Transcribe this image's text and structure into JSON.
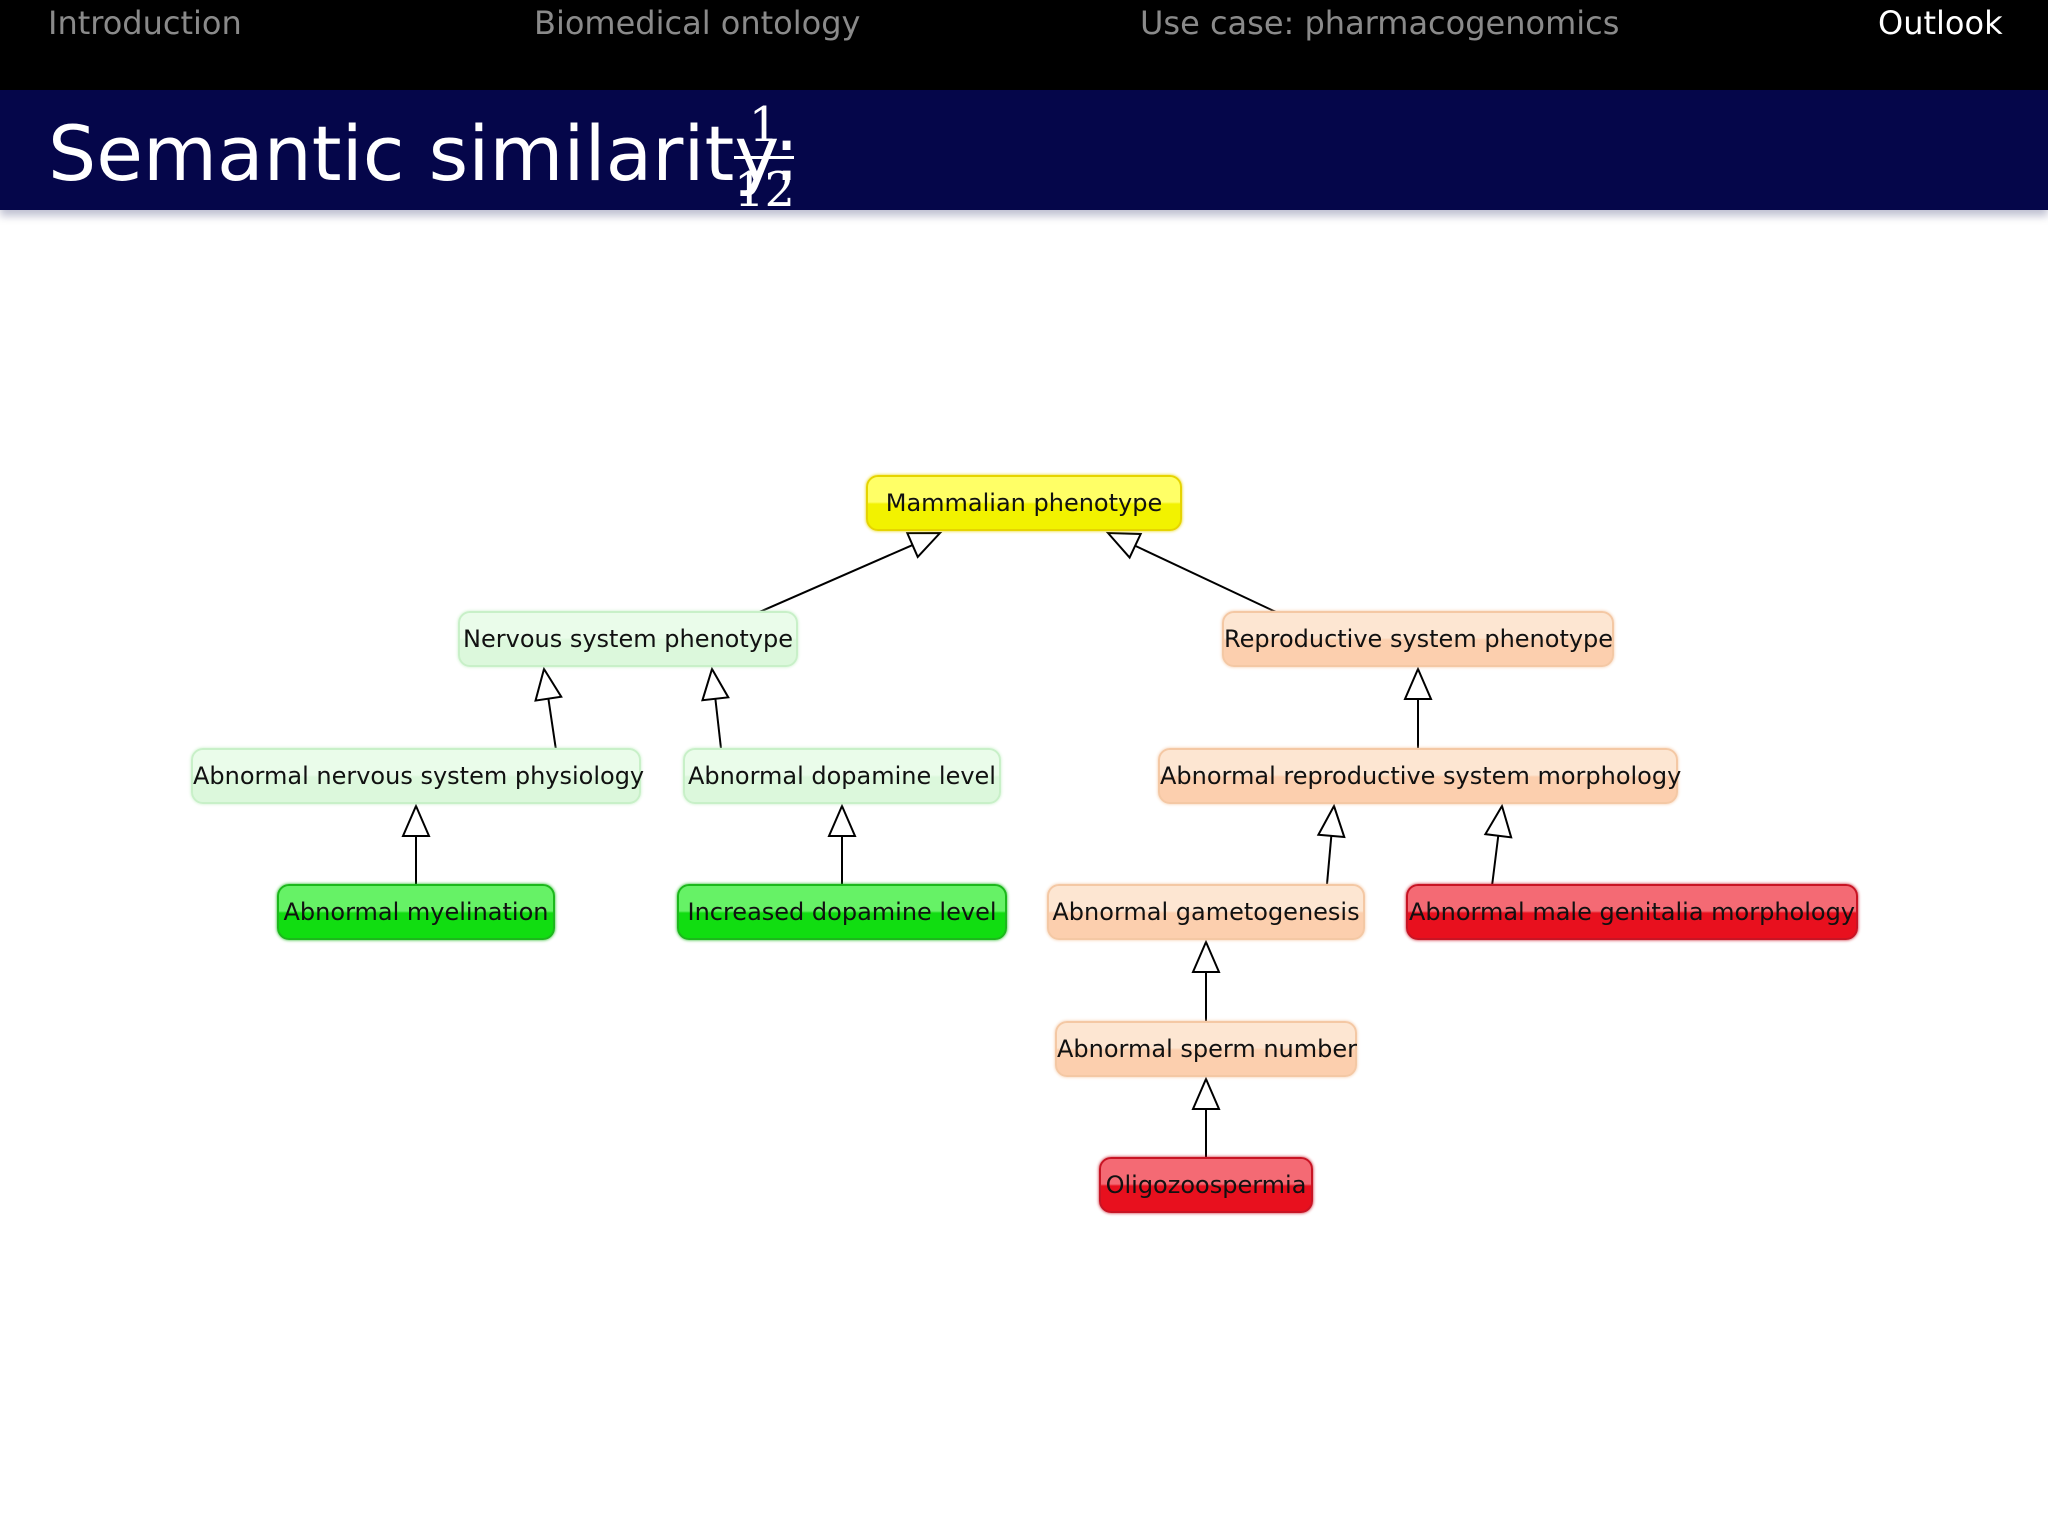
{
  "nav": [
    {
      "label": "Introduction",
      "active": false
    },
    {
      "label": "Biomedical ontology",
      "active": false
    },
    {
      "label": "Use case:  pharmacogenomics",
      "active": false
    },
    {
      "label": "Outlook",
      "active": true
    }
  ],
  "slide": {
    "title": "Semantic similarity:",
    "similarity_numerator": "1",
    "similarity_denominator": "12"
  },
  "colors": {
    "yellow": "#ffff33",
    "light_green": "#e4fbe4",
    "green": "#33ee33",
    "light_orange": "#fde0c8",
    "red": "#ee3344"
  },
  "diagram": {
    "nodes": [
      {
        "id": "mammalian",
        "label": "Mammalian phenotype",
        "style": "yellow"
      },
      {
        "id": "nervous",
        "label": "Nervous system phenotype",
        "style": "light_green"
      },
      {
        "id": "reproductive",
        "label": "Reproductive system phenotype",
        "style": "light_orange"
      },
      {
        "id": "abn_nervous_phys",
        "label": "Abnormal nervous system physiology",
        "style": "light_green"
      },
      {
        "id": "abn_dopamine",
        "label": "Abnormal dopamine level",
        "style": "light_green"
      },
      {
        "id": "abn_repro_morph",
        "label": "Abnormal reproductive system morphology",
        "style": "light_orange"
      },
      {
        "id": "abn_myelination",
        "label": "Abnormal myelination",
        "style": "green"
      },
      {
        "id": "inc_dopamine",
        "label": "Increased dopamine level",
        "style": "green"
      },
      {
        "id": "abn_gametogenesis",
        "label": "Abnormal gametogenesis",
        "style": "light_orange"
      },
      {
        "id": "abn_male_genitalia",
        "label": "Abnormal male genitalia morphology",
        "style": "red"
      },
      {
        "id": "abn_sperm_number",
        "label": "Abnormal sperm number",
        "style": "light_orange"
      },
      {
        "id": "oligozoospermia",
        "label": "Oligozoospermia",
        "style": "red"
      }
    ],
    "edges": [
      {
        "from": "nervous",
        "to": "mammalian"
      },
      {
        "from": "reproductive",
        "to": "mammalian"
      },
      {
        "from": "abn_nervous_phys",
        "to": "nervous"
      },
      {
        "from": "abn_dopamine",
        "to": "nervous"
      },
      {
        "from": "abn_repro_morph",
        "to": "reproductive"
      },
      {
        "from": "abn_myelination",
        "to": "abn_nervous_phys"
      },
      {
        "from": "inc_dopamine",
        "to": "abn_dopamine"
      },
      {
        "from": "abn_gametogenesis",
        "to": "abn_repro_morph"
      },
      {
        "from": "abn_male_genitalia",
        "to": "abn_repro_morph"
      },
      {
        "from": "abn_sperm_number",
        "to": "abn_gametogenesis"
      },
      {
        "from": "oligozoospermia",
        "to": "abn_sperm_number"
      }
    ]
  }
}
